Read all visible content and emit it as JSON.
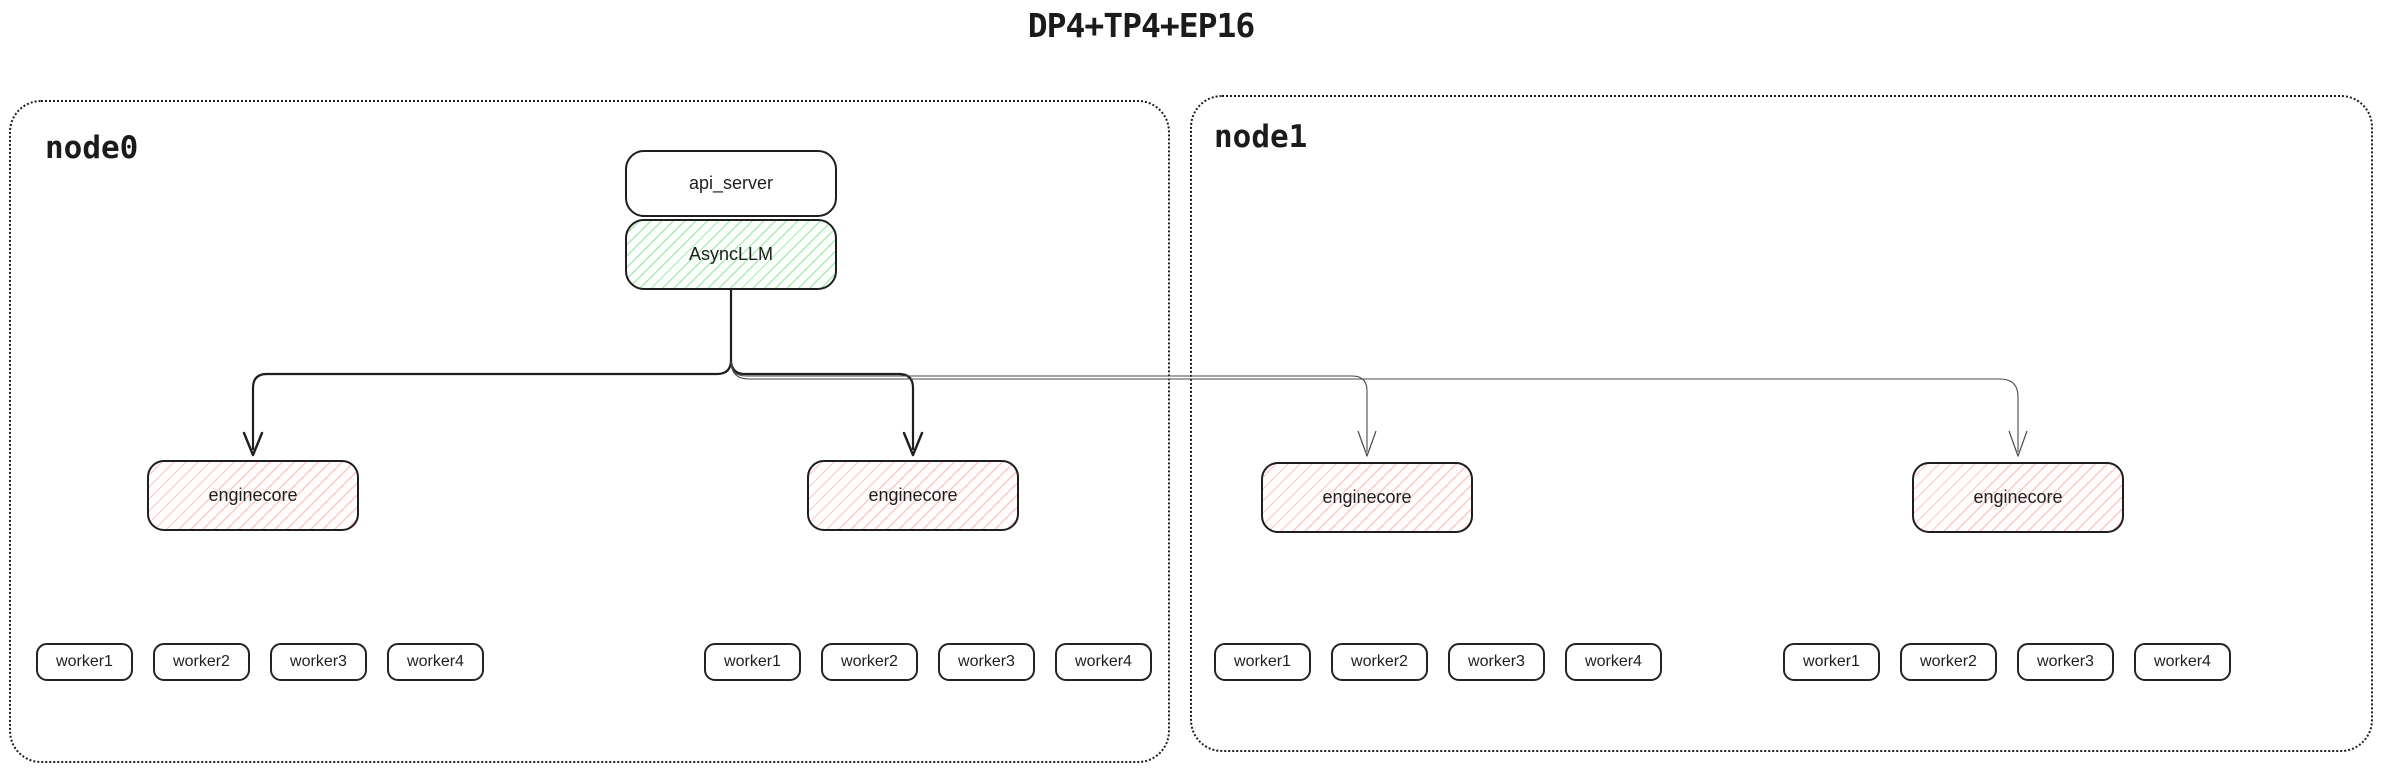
{
  "title": "DP4+TP4+EP16",
  "containers": [
    {
      "label": "node0"
    },
    {
      "label": "node1"
    }
  ],
  "api_server": {
    "label": "api_server"
  },
  "async_llm": {
    "label": "AsyncLLM"
  },
  "engines": [
    {
      "label": "enginecore",
      "node": "node0",
      "workers": [
        "worker1",
        "worker2",
        "worker3",
        "worker4"
      ]
    },
    {
      "label": "enginecore",
      "node": "node0",
      "workers": [
        "worker1",
        "worker2",
        "worker3",
        "worker4"
      ]
    },
    {
      "label": "enginecore",
      "node": "node1",
      "workers": [
        "worker1",
        "worker2",
        "worker3",
        "worker4"
      ]
    },
    {
      "label": "enginecore",
      "node": "node1",
      "workers": [
        "worker1",
        "worker2",
        "worker3",
        "worker4"
      ]
    }
  ],
  "colors": {
    "stroke": "#1e1e1e",
    "green_hatch": "#69db7c",
    "red_hatch": "#ff8787",
    "connector_dark": "#1e1e1e",
    "connector_light": "#4a4a4a",
    "background": "#ffffff"
  }
}
